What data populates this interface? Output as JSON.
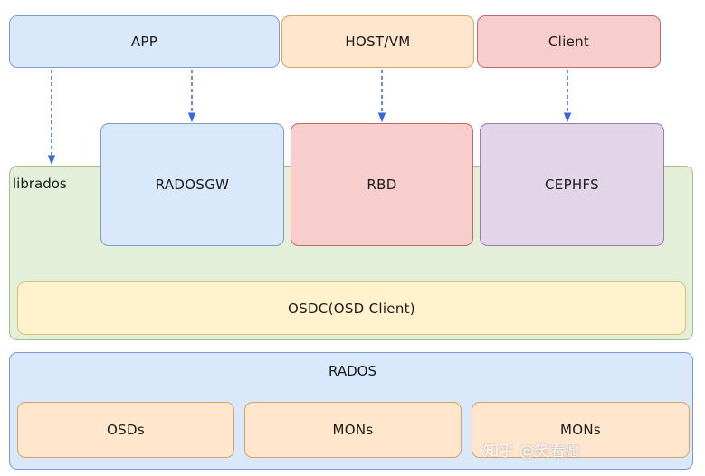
{
  "top": {
    "app": "APP",
    "host_vm": "HOST/VM",
    "client": "Client"
  },
  "librados": {
    "label": "librados",
    "radosgw": "RADOSGW",
    "rbd": "RBD",
    "cephfs": "CEPHFS",
    "osdc": "OSDC(OSD Client)"
  },
  "rados": {
    "label": "RADOS",
    "osds": "OSDs",
    "mons_1": "MONs",
    "mons_2": "MONs"
  },
  "watermark": "知乎 @笑看愿",
  "colors": {
    "blue": "#dae8fc",
    "orange": "#ffe6cc",
    "red": "#f8cecc",
    "purple": "#e1d5e7",
    "green": "#e3efd9",
    "yellow": "#fff2cc",
    "arrow": "#3a66d6"
  }
}
